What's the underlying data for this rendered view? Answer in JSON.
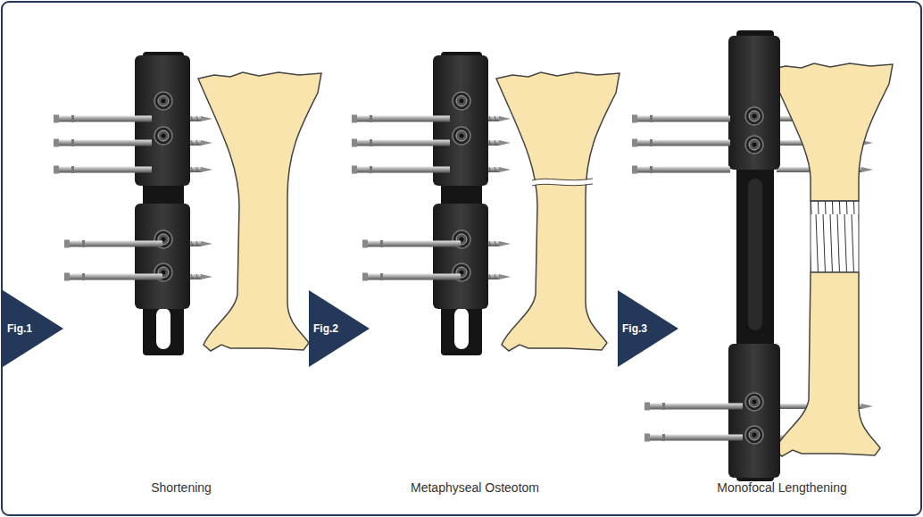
{
  "diagram": {
    "nodes": [
      {
        "text": [
          "Fig.1"
        ]
      },
      {
        "text": [
          "Fig.2"
        ]
      },
      {
        "text": [
          "Fig.3"
        ]
      }
    ],
    "labels": [
      "Shortening",
      "Metaphyseal Osteotom",
      "Monofocal Lengthening"
    ]
  }
}
